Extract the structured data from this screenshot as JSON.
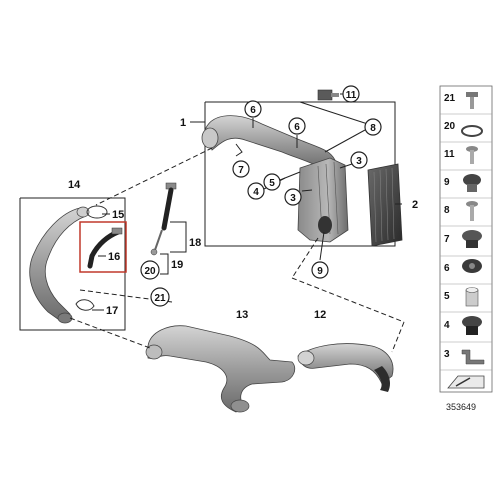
{
  "diagram": {
    "reference_number": "353649",
    "callouts": {
      "c1": "1",
      "c2": "2",
      "c3a": "3",
      "c3b": "3",
      "c4": "4",
      "c5": "5",
      "c6a": "6",
      "c6b": "6",
      "c7": "7",
      "c8": "8",
      "c9": "9",
      "c11": "11",
      "c12": "12",
      "c13": "13",
      "c14": "14",
      "c15": "15",
      "c16": "16",
      "c17": "17",
      "c18": "18",
      "c19": "19",
      "c20": "20",
      "c21": "21"
    },
    "parts_column": [
      "21",
      "20",
      "11",
      "9",
      "8",
      "7",
      "6",
      "5",
      "4",
      "3"
    ]
  },
  "colors": {
    "part_gray": "#9a9a9a",
    "part_dark": "#5a5a5a",
    "highlight_frame": "#c0392b",
    "line": "#222222"
  }
}
